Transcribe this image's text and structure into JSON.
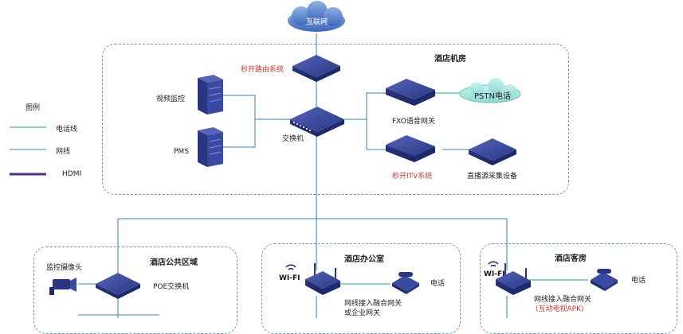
{
  "cloud": {
    "label": "互联网"
  },
  "legend": {
    "title": "图例",
    "items": [
      "电话线",
      "网线",
      "HDMI"
    ]
  },
  "colors": {
    "phone": "#1f9e7e",
    "net": "#3b7fb0",
    "hdmi": "#5b2c83",
    "zone_border": "#6f9ab3",
    "device": "#2d3f8c",
    "red": "#c0392b"
  },
  "machine_room": {
    "title": "酒店机房",
    "router": "秒开路由系统",
    "video": "视频监控",
    "pms": "PMS",
    "switch": "交换机",
    "fxo": "FXO语音网关",
    "pstn": "PSTN电话",
    "itv": "秒开ITV系统",
    "live": "直播源采集设备"
  },
  "public_area": {
    "title": "酒店公共区域",
    "camera": "监控摄像头",
    "poe": "POE交换机"
  },
  "office": {
    "title": "酒店办公室",
    "wifi": "WI-FI",
    "gateway_line1": "网线接入融合网关",
    "gateway_line2": "或企业网关",
    "phone": "电话"
  },
  "guest_room": {
    "title": "酒店客房",
    "wifi": "WI-FI",
    "gateway_line1": "网线接入融合网关",
    "gateway_line2": "(互动电视APK)",
    "phone": "电话"
  }
}
